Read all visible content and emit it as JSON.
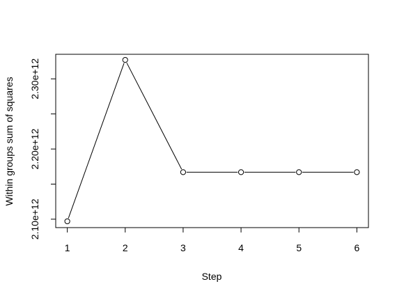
{
  "chart_data": {
    "type": "line",
    "title": "",
    "xlabel": "Step",
    "ylabel": "Within groups sum of squares",
    "x": [
      1,
      2,
      3,
      4,
      5,
      6
    ],
    "series": [
      {
        "values": [
          2097000000000,
          2327000000000,
          2167000000000,
          2167000000000,
          2167000000000,
          2167000000000
        ]
      }
    ],
    "xticks": [
      1,
      2,
      3,
      4,
      5,
      6
    ],
    "xtick_labels": [
      "1",
      "2",
      "3",
      "4",
      "5",
      "6"
    ],
    "yticks": [
      2100000000000,
      2150000000000,
      2200000000000,
      2250000000000,
      2300000000000
    ],
    "ytick_labels": [
      "2.10e+12",
      "",
      "2.20e+12",
      "",
      "2.30e+12"
    ],
    "xlim": [
      0.8,
      6.2
    ],
    "ylim": [
      2088000000000,
      2335000000000
    ],
    "grid": false,
    "legend": "none",
    "marker": "open-circle",
    "line_color": "#000000"
  }
}
